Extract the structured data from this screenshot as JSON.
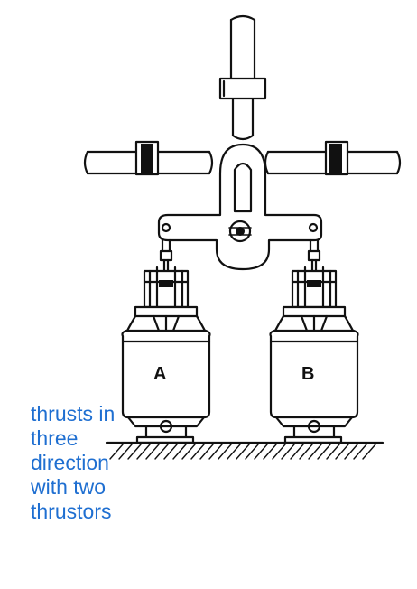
{
  "labels": {
    "thrustor_a": "A",
    "thrustor_b": "B"
  },
  "caption": {
    "lines": [
      "thrusts in",
      "three",
      "direction",
      "with two",
      "thrustors"
    ]
  },
  "colors": {
    "caption": "#1f6fd1",
    "ink": "#111111"
  }
}
